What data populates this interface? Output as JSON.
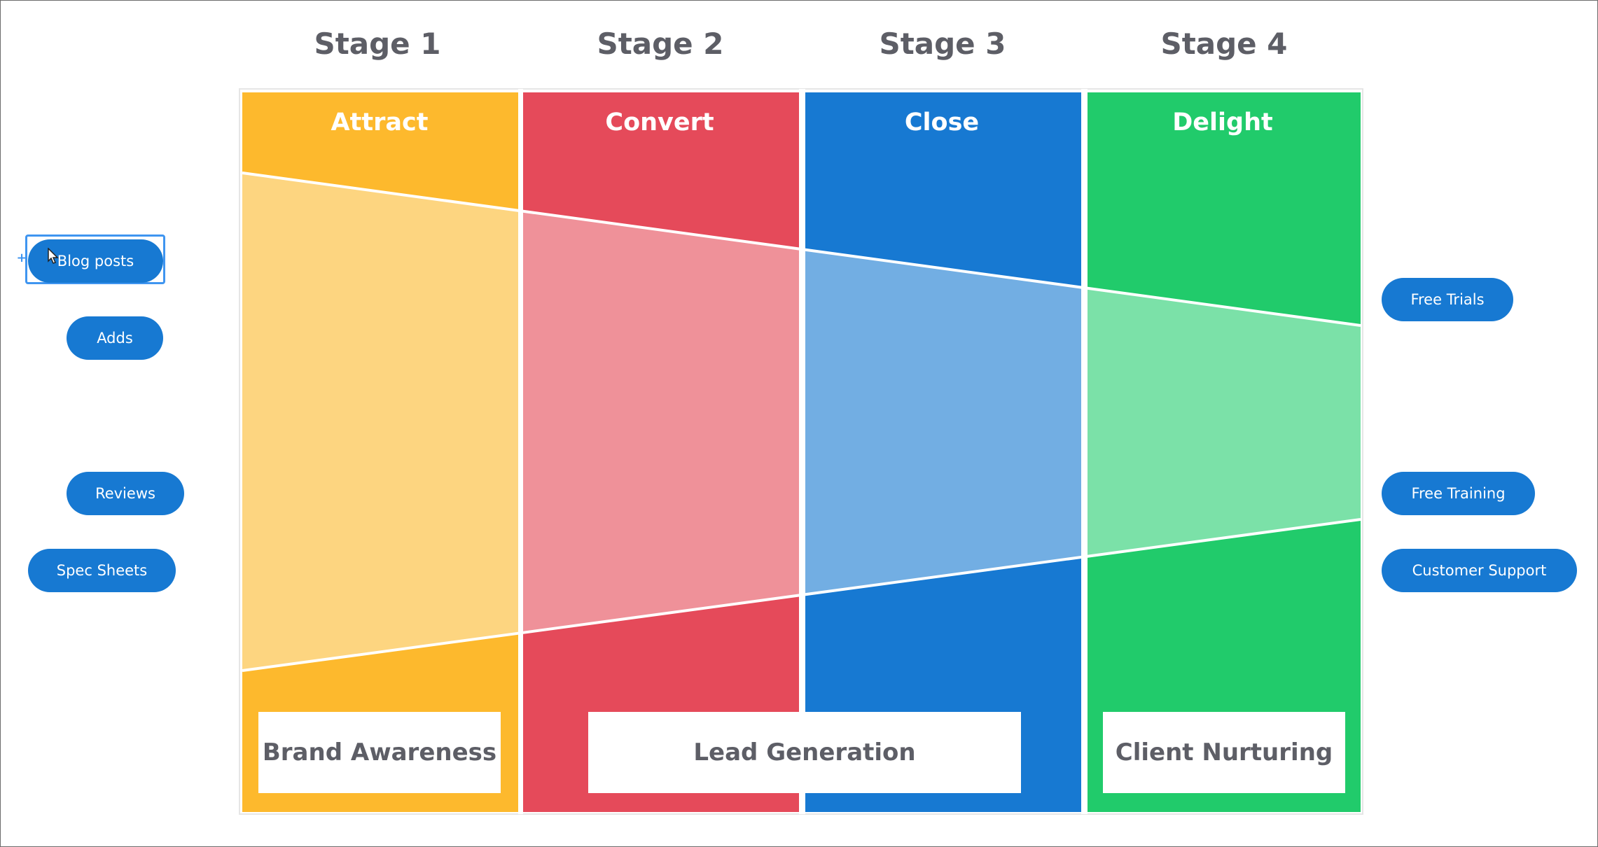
{
  "stages": [
    {
      "title": "Stage 1",
      "column": "Attract"
    },
    {
      "title": "Stage 2",
      "column": "Convert"
    },
    {
      "title": "Stage 3",
      "column": "Close"
    },
    {
      "title": "Stage 4",
      "column": "Delight"
    }
  ],
  "bottom_labels": [
    "Brand Awareness",
    "Lead Generation",
    "Client Nurturing"
  ],
  "left_items": [
    "Blog posts",
    "Adds",
    "Reviews",
    "Spec Sheets"
  ],
  "right_items": [
    "Free Trials",
    "Free Training",
    "Customer Support"
  ],
  "colors": {
    "attract": "#fdb92d",
    "attract_light": "#fdd580",
    "convert": "#e54a5a",
    "convert_light": "#ef9199",
    "close": "#1779d2",
    "close_light": "#72aee3",
    "delight": "#21cb6b",
    "delight_light": "#7be1a8",
    "pill": "#1779d2",
    "title_text": "#5d5e66",
    "selection": "#3f95f0"
  },
  "icons": {
    "cursor": "mouse-pointer-icon",
    "handle": "plus-handle-icon"
  }
}
